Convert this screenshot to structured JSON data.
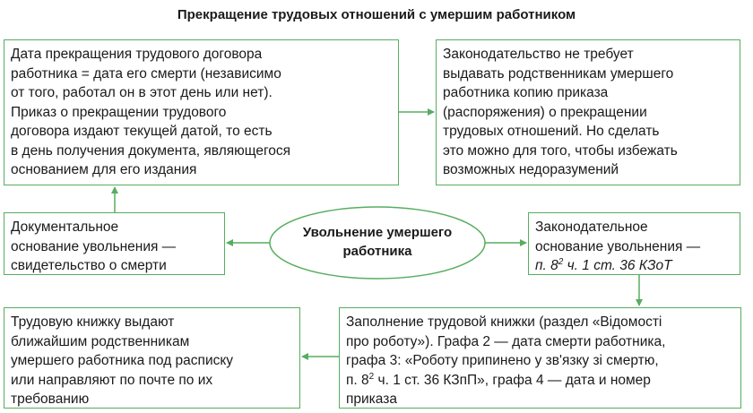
{
  "title": "Прекращение трудовых отношений с умершим работником",
  "center": {
    "lines": [
      "Увольнение умершего",
      "работника"
    ]
  },
  "top_left": {
    "lines": [
      "Дата прекращения трудового договора",
      "работника = дата его смерти (независимо",
      "от того, работал он в этот день или нет).",
      "Приказ о прекращении трудового",
      "договора издают текущей датой, то есть",
      "в день получения документа, являющегося",
      "основанием для его издания"
    ]
  },
  "top_right": {
    "lines": [
      "Законодательство не требует",
      "выдавать родственникам умершего",
      "работника копию приказа",
      "(распоряжения) о прекращении",
      "трудовых отношений. Но сделать",
      "это можно для того, чтобы избежать",
      "возможных недоразумений"
    ]
  },
  "mid_left": {
    "lines": [
      "Документальное",
      "основание увольнения —",
      "свидетельство о смерти"
    ]
  },
  "mid_right": {
    "lines": [
      "Законодательное",
      "основание увольнения —"
    ],
    "ref_prefix": "п. 8",
    "ref_sup": "2",
    "ref_suffix": " ч. 1 ст. 36 КЗоТ"
  },
  "bottom_left": {
    "lines": [
      "Трудовую книжку выдают",
      "ближайшим родственникам",
      "умершего работника под расписку",
      "или направляют по почте по их",
      "требованию"
    ]
  },
  "bottom_right": {
    "line1": "Заполнение трудовой книжки (раздел «Відомості",
    "line2": "про роботу»). Графа 2 — дата смерти работника,",
    "line3": "графа 3: «Роботу припинено у зв'язку зі смертю,",
    "line4_prefix": "п. 8",
    "line4_sup": "2",
    "line4_suffix": " ч. 1 ст. 36 КЗпП», графа 4 — дата и номер",
    "line5": "приказа"
  },
  "colors": {
    "border": "#57ad5f",
    "arrow": "#57ad5f",
    "text": "#1a1a1a"
  }
}
